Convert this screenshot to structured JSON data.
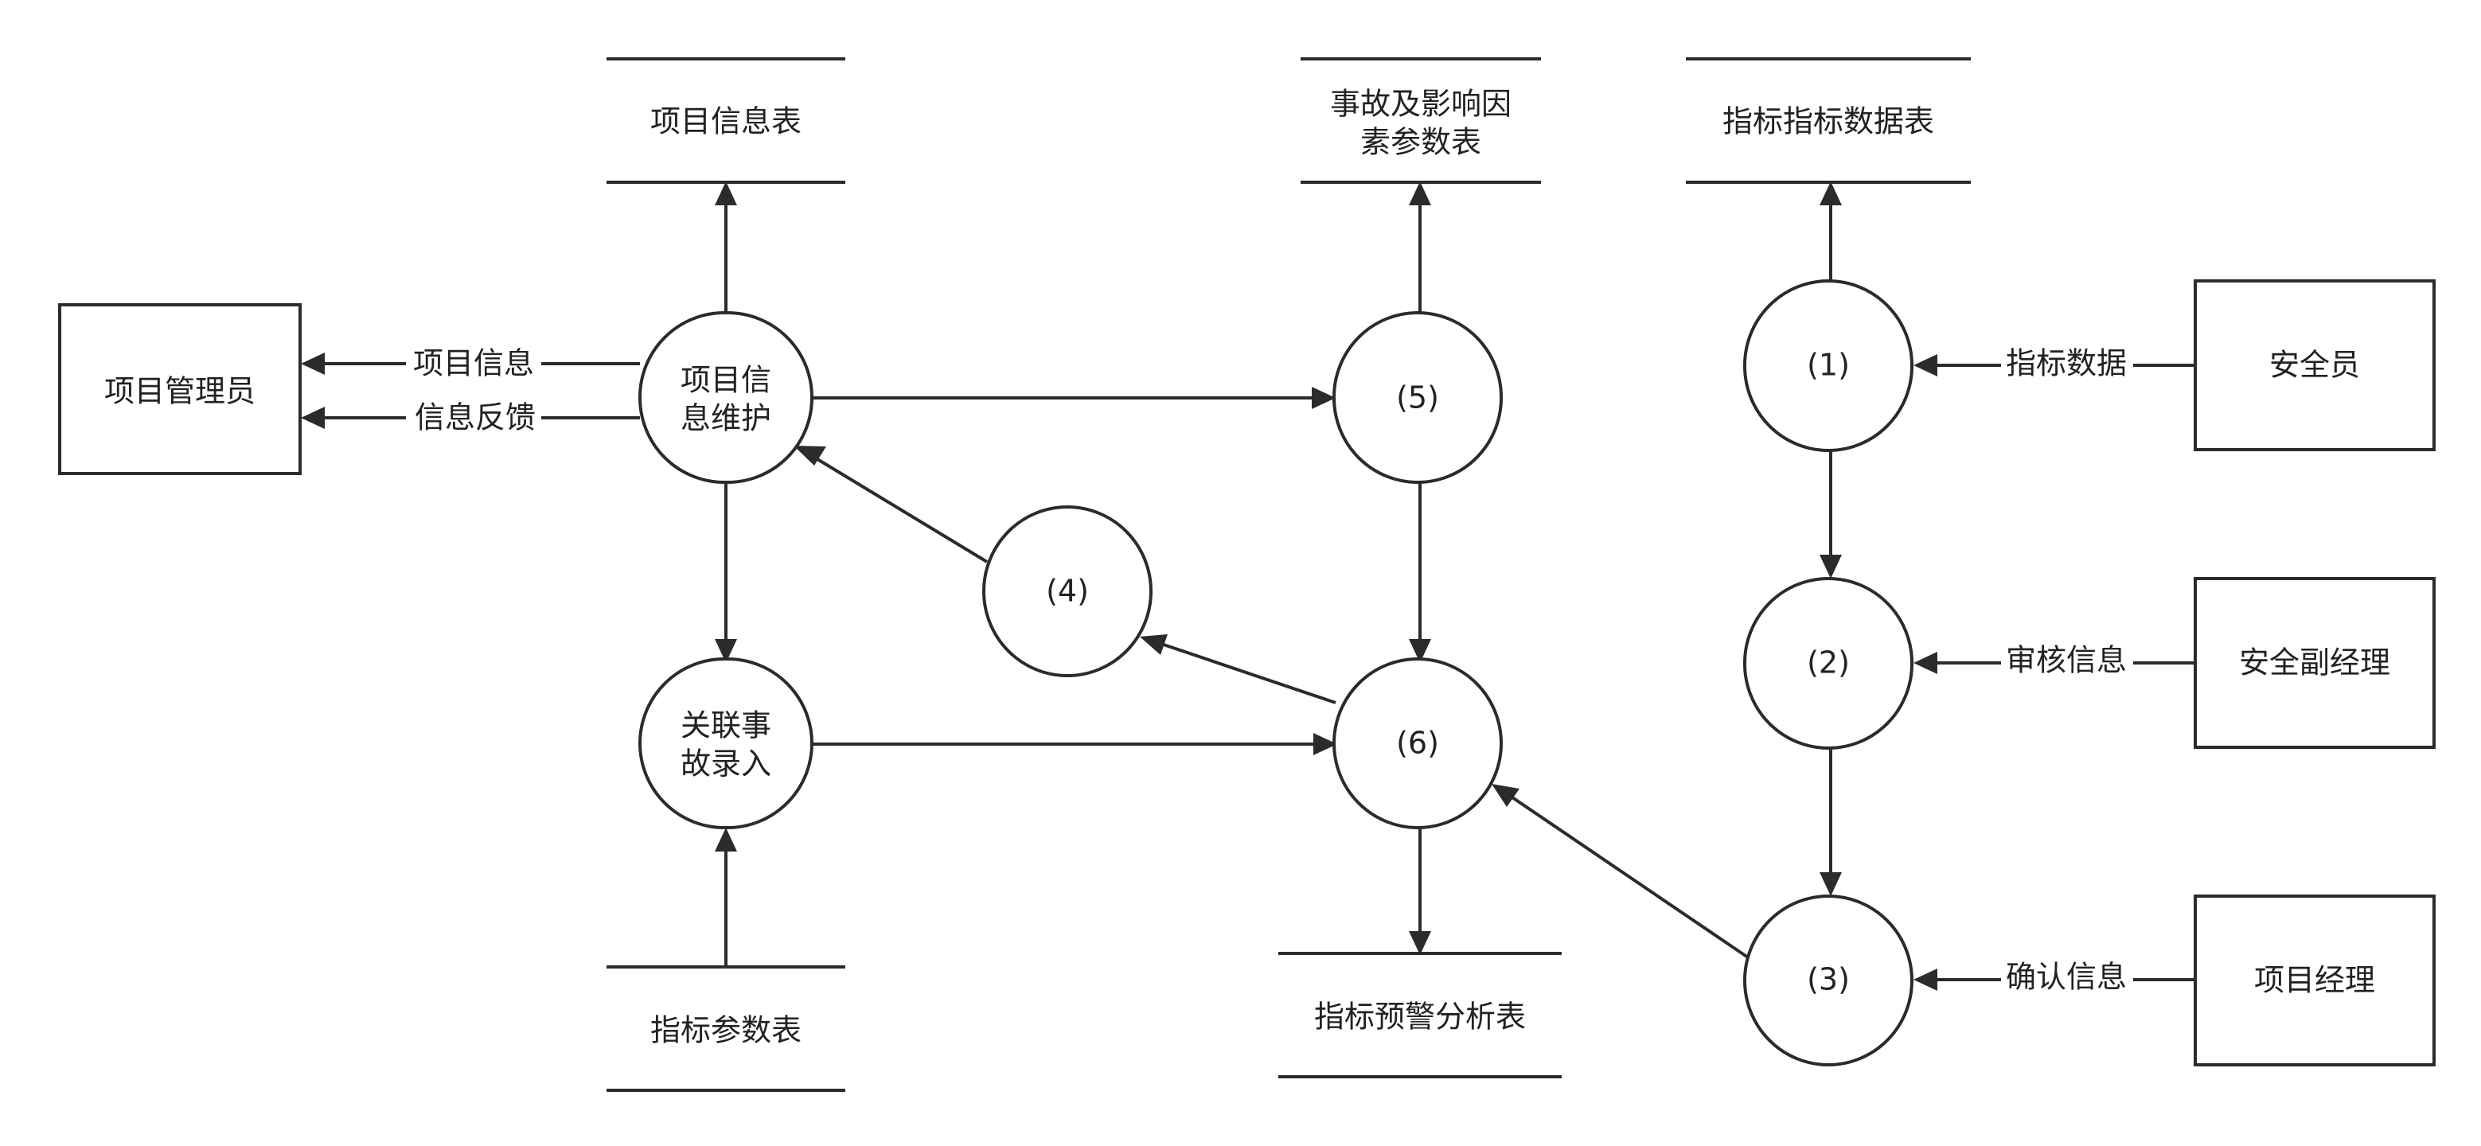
{
  "entities": {
    "admin": "项目管理员",
    "safety_officer": "安全员",
    "deputy_manager": "安全副经理",
    "project_manager": "项目经理"
  },
  "stores": {
    "project_info": "项目信息表",
    "accident_params_l1": "事故及影响因",
    "accident_params_l2": "素参数表",
    "indicator_data": "指标指标数据表",
    "indicator_params": "指标参数表",
    "warning_analysis": "指标预警分析表"
  },
  "processes": {
    "maint_l1": "项目信",
    "maint_l2": "息维护",
    "accident_l1": "关联事",
    "accident_l2": "故录入",
    "p1": "(1)",
    "p2": "(2)",
    "p3": "(3)",
    "p4": "(4)",
    "p5": "(5)",
    "p6": "(6)"
  },
  "flows": {
    "project_info": "项目信息",
    "feedback": "信息反馈",
    "indicator_data": "指标数据",
    "review_info": "审核信息",
    "confirm_info": "确认信息"
  }
}
